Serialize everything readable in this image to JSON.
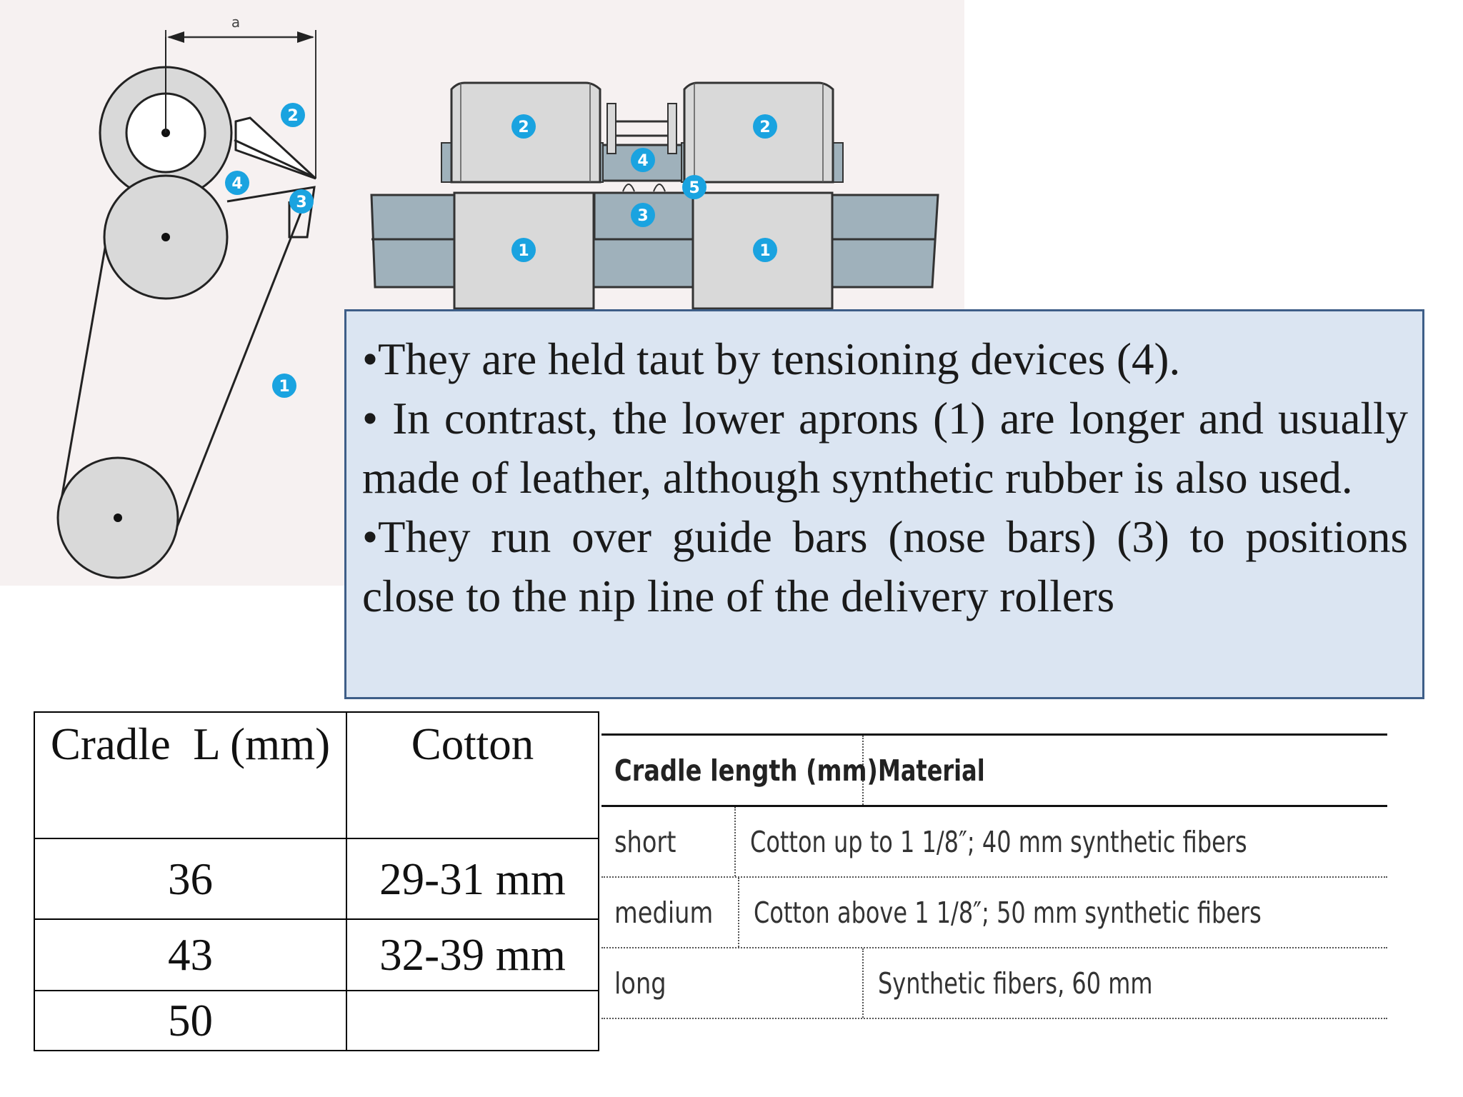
{
  "diagram": {
    "dimension_label": "a",
    "left_badges": [
      "2",
      "4",
      "3",
      "1"
    ],
    "right_badges": [
      "2",
      "2",
      "4",
      "5",
      "3",
      "1",
      "1"
    ],
    "colors": {
      "badge": "#1aa3e0",
      "roller": "#d9d9d9",
      "rail": "#9fb1bb",
      "background": "#f6f1f1"
    }
  },
  "text_box": {
    "bullets": [
      "•They are held taut by tensioning devices (4).",
      "• In contrast, the lower aprons (1) are longer and usually made of leather, although synthetic rubber is also used.",
      "•They run over guide bars (nose bars) (3) to positions close to the nip line of the delivery rollers"
    ],
    "trailing_mark": "."
  },
  "cradle_table": {
    "headers": [
      "Cradle  L (mm)",
      "Cotton"
    ],
    "rows": [
      [
        "36",
        "29-31 mm"
      ],
      [
        "43",
        "32-39 mm"
      ],
      [
        "50",
        ""
      ]
    ]
  },
  "material_table": {
    "headers": [
      "Cradle length (mm)",
      "Material"
    ],
    "rows": [
      [
        "short",
        "Cotton up to 1 1/8″; 40 mm synthetic fibers"
      ],
      [
        "medium",
        "Cotton above 1 1/8″; 50 mm synthetic fibers"
      ],
      [
        "long",
        "Synthetic fibers, 60 mm"
      ]
    ]
  }
}
